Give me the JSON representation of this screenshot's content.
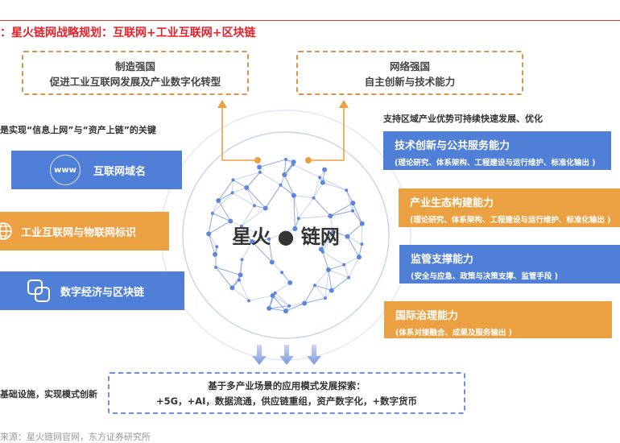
{
  "title": "：星火链网战略规划：互联网+工业互联网+区块链",
  "top_boxes": [
    {
      "line1": "制造强国",
      "line2": "促进工业互联网发展及产业数字化转型"
    },
    {
      "line1": "网络强国",
      "line2": "自主创新与技术能力"
    }
  ],
  "left_note_top": "是实现“信息上网”与“资产上链”的关键",
  "left_note_bottom": "基础设施，实现模式创新",
  "left_boxes": [
    {
      "label": "互联网域名",
      "icon": "www-icon",
      "icon_text": "www"
    },
    {
      "label": "工业互联网与物联网标识",
      "icon": "globe-icon"
    },
    {
      "label": "数字经济与区块链",
      "icon": "overlap-squares-icon"
    }
  ],
  "center_label": "星火 ● 链网",
  "right_note": "支持区域产业优势可持续快速发展、优化",
  "right_boxes": [
    {
      "title": "技术创新与公共服务能力",
      "sub": "(理论研究、体系架构、工程建设与运行维护、标准化输出 )"
    },
    {
      "title": "产业生态构建能力",
      "sub": "(理论研究、体系架构、工程建设与运行维护、标准化输出 )"
    },
    {
      "title": "监管支撑能力",
      "sub": "(安全与应急、政策与决策支撑、监管手段 )"
    },
    {
      "title": "国际治理能力",
      "sub": "(体系对接融合、成果及服务输出 )"
    }
  ],
  "bottom_box": {
    "line1": "基于多产业场景的应用模式发展探索：",
    "line2": "+5G，+AI，数据流通，供应链重组，资产数字化，+数字货币"
  },
  "source": "来源：星火链网官网，东方证券研究所",
  "colors": {
    "blue": "#4f7fd6",
    "orange": "#eba041",
    "red": "#e8202a"
  }
}
